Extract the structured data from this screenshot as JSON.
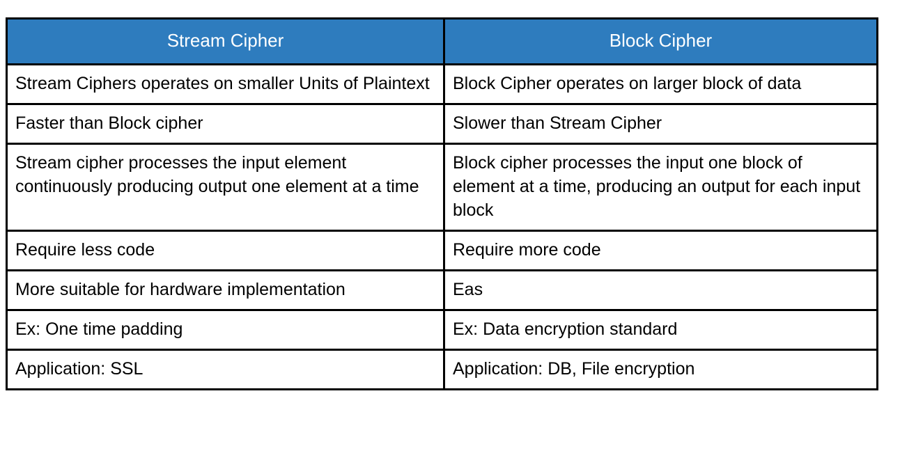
{
  "table": {
    "title": "Stream Cipher vs Block Cipher comparison table",
    "accent_color": "#2E7CBE",
    "border_color": "#000000",
    "header_text_color": "#FFFFFF",
    "body_text_color": "#000000",
    "background_color": "#FFFFFF",
    "columns": [
      {
        "key": "stream",
        "label": "Stream Cipher"
      },
      {
        "key": "block",
        "label": "Block Cipher"
      }
    ],
    "rows": [
      {
        "stream": "Stream Ciphers operates on smaller Units of Plaintext",
        "block": "Block Cipher operates on larger block of data"
      },
      {
        "stream": "Faster than Block cipher",
        "block": "Slower than Stream Cipher"
      },
      {
        "stream": "Stream cipher processes the input element continuously producing output one element at a time",
        "block": "Block cipher processes the input one block of element at a time, producing an output for each input block"
      },
      {
        "stream": "Require less code",
        "block": "Require more code"
      },
      {
        "stream": "More suitable for hardware implementation",
        "block": "Eas"
      },
      {
        "stream": "Ex: One time padding",
        "block": "Ex: Data encryption standard"
      },
      {
        "stream": "Application: SSL",
        "block": "Application: DB, File encryption"
      }
    ]
  }
}
